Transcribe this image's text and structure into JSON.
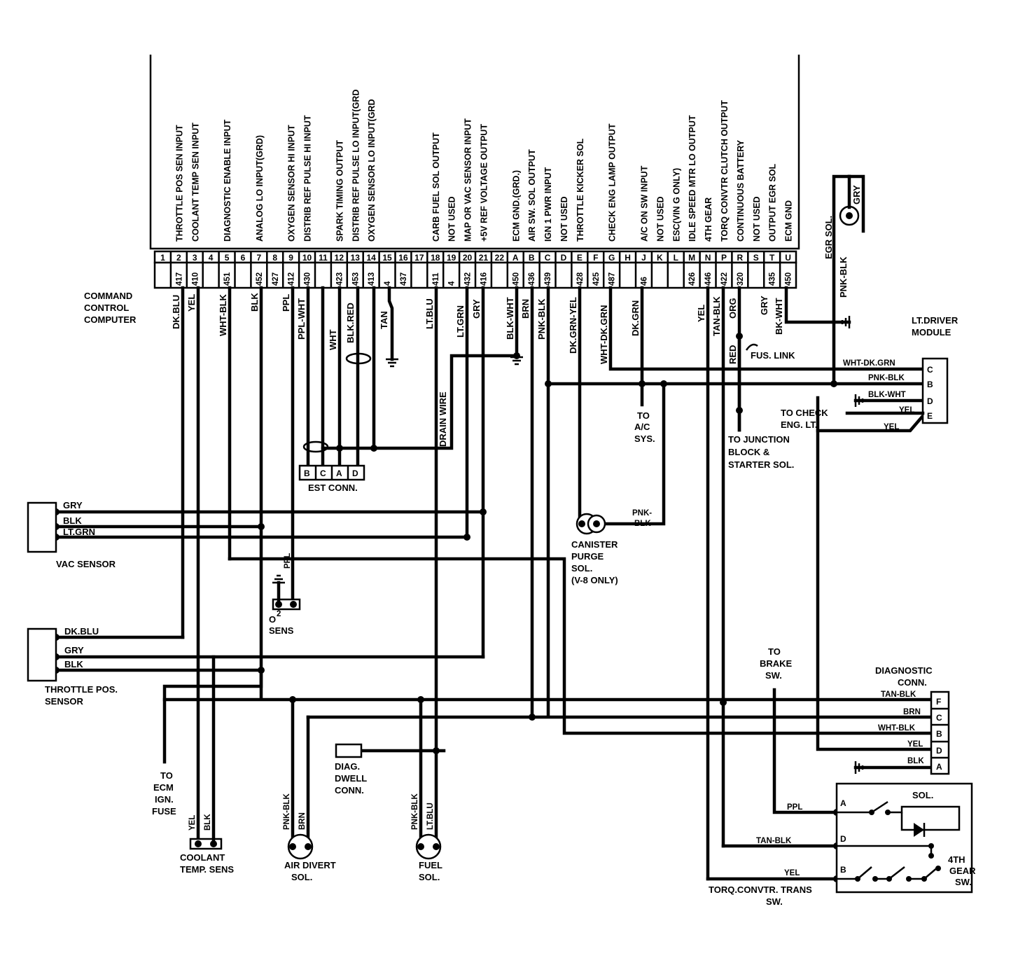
{
  "computer": {
    "label": [
      "COMMAND",
      "CONTROL",
      "COMPUTER"
    ],
    "functions": [
      "",
      "THROTTLE POS SEN INPUT",
      "COOLANT TEMP SEN INPUT",
      "",
      "DIAGNOSTIC ENABLE INPUT",
      "",
      "ANALOG LO INPUT(GRD)",
      "",
      "OXYGEN SENSOR HI INPUT",
      "DISTRIB REF PULSE HI INPUT",
      "",
      "SPARK TIMING OUTPUT",
      "DISTRIB REF PULSE LO INPUT(GRD",
      "OXYGEN SENSOR LO INPUT(GRD",
      "",
      "",
      "",
      "CARB FUEL SOL OUTPUT",
      "NOT USED",
      "MAP OR VAC SENSOR INPUT",
      "+5V REF VOLTAGE OUTPUT",
      "",
      "ECM GND.(GRD.)",
      "AIR SW. SOL OUTPUT",
      "IGN 1 PWR INPUT",
      "NOT USED",
      "THROTTLE KICKER SOL",
      "",
      "CHECK ENG LAMP OUTPUT",
      "",
      "A/C ON SW INPUT",
      "NOT USED",
      "ESC(VIN G ONLY)",
      "IDLE SPEED MTR LO OUTPUT",
      "4TH GEAR",
      "TORQ CONVTR CLUTCH OUTPUT",
      "CONTINUOUS BATTERY",
      "NOT USED",
      "OUTPUT EGR SOL",
      "ECM GND"
    ],
    "pins": [
      "1",
      "2",
      "3",
      "4",
      "5",
      "6",
      "7",
      "8",
      "9",
      "10",
      "11",
      "12",
      "13",
      "14",
      "15",
      "16",
      "17",
      "18",
      "19",
      "20",
      "21",
      "22",
      "A",
      "B",
      "C",
      "D",
      "E",
      "F",
      "G",
      "H",
      "J",
      "K",
      "L",
      "M",
      "N",
      "P",
      "R",
      "S",
      "T",
      "U"
    ],
    "codes": [
      "",
      "417",
      "410",
      "",
      "451",
      "",
      "452",
      "427",
      "412",
      "430",
      "",
      "423",
      "453",
      "413",
      "4",
      "437",
      "",
      "411",
      "4",
      "432",
      "416",
      "",
      "450",
      "436",
      "439",
      "",
      "428",
      "425",
      "487",
      "",
      "46",
      "",
      "",
      "426",
      "446",
      "422",
      "320",
      "",
      "435",
      "450"
    ]
  },
  "wires": {
    "dk_blu": "DK.BLU",
    "yel": "YEL",
    "wht_blk": "WHT-BLK",
    "blk": "BLK",
    "ppl": "PPL",
    "ppl_wht": "PPL-WHT",
    "wht": "WHT",
    "blk_red": "BLK.RED",
    "tan": "TAN",
    "lt_blu": "LT.BLU",
    "lt_grn": "LT.GRN",
    "gry": "GRY",
    "blk_wht": "BLK-WHT",
    "brn": "BRN",
    "pnk_blk": "PNK-BLK",
    "dk_grn_yel": "DK.GRN-YEL",
    "wht_dk_grn": "WHT-DK.GRN",
    "dk_grn": "DK.GRN",
    "tan_blk": "TAN-BLK",
    "org": "ORG",
    "bk_wht": "BK-WHT",
    "red": "RED"
  },
  "est_conn": {
    "pins": [
      "B",
      "C",
      "A",
      "D"
    ],
    "label": "EST CONN."
  },
  "drain_wire": "DRAIN WIRE",
  "vac_sensor": {
    "label": "VAC SENSOR",
    "wires": [
      "GRY",
      "BLK",
      "LT.GRN"
    ]
  },
  "throttle_sensor": {
    "label": [
      "THROTTLE POS.",
      "SENSOR"
    ],
    "wires": [
      "DK.BLU",
      "GRY",
      "BLK"
    ]
  },
  "o2_sensor": {
    "label": [
      "O",
      "2",
      "SENS"
    ],
    "wire": "PPL"
  },
  "egr_sol": {
    "label": "EGR SOL.",
    "wires": [
      "GRY",
      "PNK-BLK"
    ]
  },
  "lt_driver": {
    "label": [
      "LT.DRIVER",
      "MODULE"
    ],
    "pins": [
      "C",
      "B",
      "D",
      "E"
    ],
    "wires": [
      "WHT-DK.GRN",
      "PNK-BLK",
      "BLK-WHT",
      "YEL",
      "YEL"
    ]
  },
  "to_check": [
    "TO CHECK",
    "ENG. LT."
  ],
  "fus_link": "FUS. LINK",
  "to_junction": [
    "TO JUNCTION",
    "BLOCK &",
    "STARTER SOL."
  ],
  "to_ac": [
    "TO",
    "A/C",
    "SYS."
  ],
  "canister": {
    "label": [
      "CANISTER",
      "PURGE",
      "SOL.",
      "(V-8 ONLY)"
    ],
    "wire": [
      "PNK-",
      "BLK"
    ]
  },
  "to_ecm": [
    "TO",
    "ECM",
    "IGN.",
    "FUSE"
  ],
  "coolant": {
    "label": [
      "COOLANT",
      "TEMP. SENS"
    ],
    "wires": [
      "YEL",
      "BLK"
    ]
  },
  "air_divert": {
    "label": [
      "AIR DIVERT",
      "SOL."
    ],
    "wires": [
      "PNK-BLK",
      "BRN"
    ]
  },
  "diag_dwell": [
    "DIAG.",
    "DWELL",
    "CONN."
  ],
  "fuel_sol": {
    "label": [
      "FUEL",
      "SOL."
    ],
    "wires": [
      "PNK-BLK",
      "LT.BLU"
    ]
  },
  "to_brake": [
    "TO",
    "BRAKE",
    "SW."
  ],
  "diag_conn": {
    "label": [
      "DIAGNOSTIC",
      "CONN."
    ],
    "pins": [
      "F",
      "C",
      "B",
      "D",
      "A"
    ],
    "wires": [
      "TAN-BLK",
      "BRN",
      "WHT-BLK",
      "YEL",
      "BLK"
    ]
  },
  "trans_sw": {
    "label": [
      "TORQ.CONVTR. TRANS",
      "SW."
    ],
    "pins": [
      "A",
      "D",
      "B"
    ],
    "wires": [
      "PPL",
      "TAN-BLK",
      "YEL"
    ],
    "sol": "SOL.",
    "gear": [
      "4TH",
      "GEAR",
      "SW."
    ]
  }
}
